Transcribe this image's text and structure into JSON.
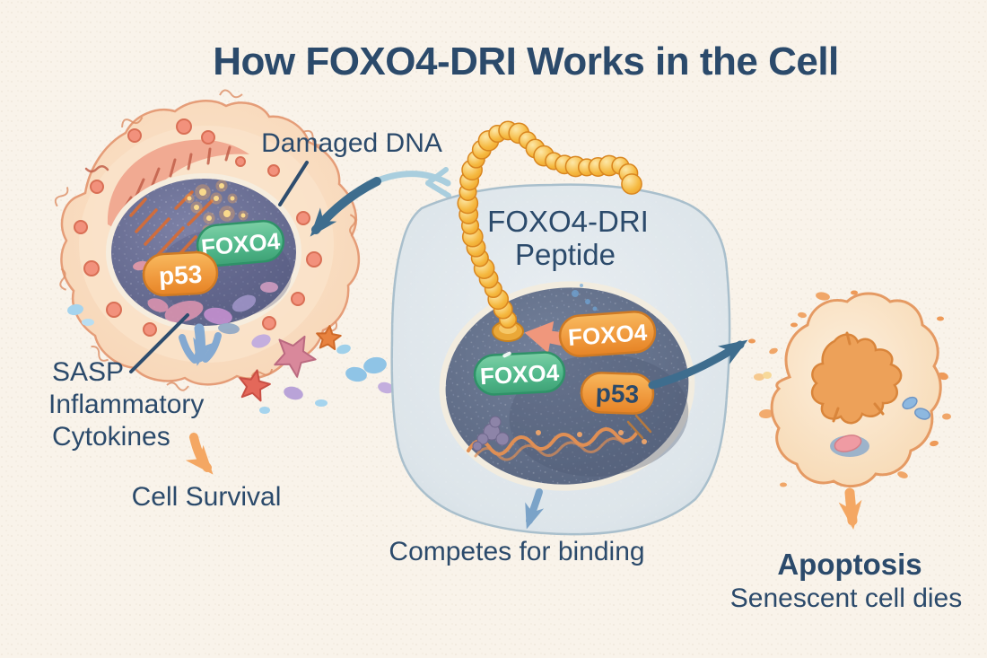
{
  "title": "How FOXO4-DRI Works in the Cell",
  "left_cell": {
    "damaged_dna_label": "Damaged DNA",
    "foxo4_pill": "FOXO4",
    "p53_pill": "p53",
    "sasp_line1": "SASP",
    "sasp_line2": "Inflammatory",
    "sasp_line3": "Cytokines",
    "cell_survival_label": "Cell Survival"
  },
  "middle_cell": {
    "peptide_label_line1": "FOXO4-DRI",
    "peptide_label_line2": "Peptide",
    "foxo4_orange_pill": "FOXO4",
    "foxo4_green_pill": "FOXO4",
    "p53_pill": "p53",
    "competes_label": "Competes for binding"
  },
  "right_cell": {
    "apoptosis_label": "Apoptosis",
    "apoptosis_sublabel": "Senescent cell dies"
  },
  "colors": {
    "background": "#f9f3ea",
    "heading_text": "#2b4a6b",
    "green_pill": "#52b98c",
    "orange_pill": "#f09a3e",
    "steel_arrow": "#3e6d8e",
    "light_blue_arrow": "#a9cede",
    "soft_blue_arrow": "#84a9d1",
    "orange_arrow": "#f4a763",
    "salmon_arrow": "#f0977c",
    "bead_gold": "#f2b23f",
    "cell_membrane_peach": "#f6d2b2",
    "nucleus_slate": "#5d6387"
  }
}
